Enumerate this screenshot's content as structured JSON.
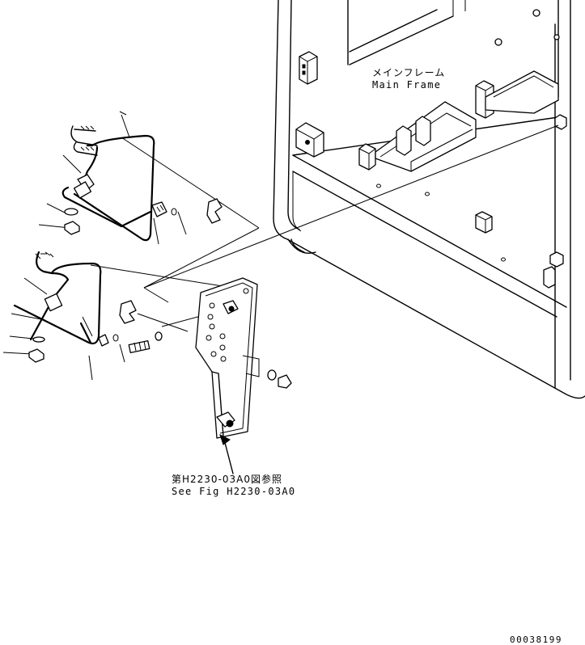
{
  "labels": {
    "main_frame_jp": "メインフレーム",
    "main_frame_en": "Main Frame",
    "reference_jp": "第H2230-03A0図参照",
    "reference_en": "See Fig H2230-03A0",
    "drawing_code": "00038199"
  }
}
